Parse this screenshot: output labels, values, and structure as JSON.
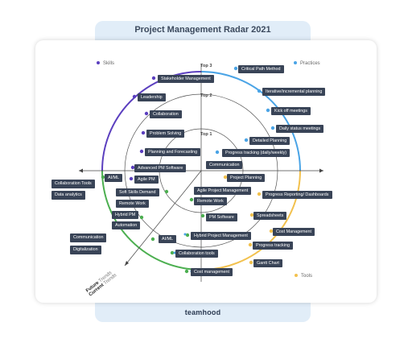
{
  "title": "Project Management Radar 2021",
  "footer": "teamhood",
  "rings": {
    "top1": "Top 1",
    "top2": "Top 2",
    "top3": "Top 3"
  },
  "legend": {
    "skills": "Skills",
    "practices": "Practices",
    "tools": "Tools",
    "colors": {
      "skills": "#5b3fbf",
      "practices": "#4aa4e6",
      "tools": "#f2c14e",
      "trends": "#4caf50"
    }
  },
  "trends": {
    "future": "Future",
    "current": "Current",
    "suffix": "Trends"
  },
  "labels": {
    "critical_path": "Critical Path Method",
    "stakeholder": "Stakeholder Management",
    "iterative": "Iterative/incremental planning",
    "leadership": "Leadership",
    "kickoff": "Kick off meetings",
    "collaboration": "Collaboration",
    "daily_status": "Daily status meetings",
    "problem_solving": "Problem Solving",
    "detailed_planning": "Detailed Planning",
    "planning_forecasting": "Planning and Forecasting",
    "progress_tracking_daily": "Progress tracking (daily/weekly)",
    "advanced_pm": "Advanced PM Software",
    "communication": "Communication",
    "ai_ml_1": "AI/ML",
    "agile_pm": "Agile PM",
    "project_planning": "Project Planning",
    "collab_tools": "Collaboration Tools",
    "data_analytics": "Data analytics",
    "soft_skills": "Soft Skills Demand",
    "agile_pm_mgmt": "Agile Project Management",
    "progress_reporting": "Progress Reporting/ Dashboards",
    "remote_work_1": "Remote Work",
    "remote_work_2": "Remote Work",
    "hybrid_pm": "Hybrid PM",
    "pm_software": "PM Software",
    "spreadsheets": "Spreadsheets",
    "automation": "Automation",
    "comm_2": "Communication",
    "ai_ml_2": "AI/ML",
    "hybrid_project_mgmt": "Hybrid Project Management",
    "cost_mgmt_1": "Cost Management",
    "digitalization": "Digitalization",
    "progress_tracking": "Progress tracking",
    "collab_tools_2": "Collaboration tools",
    "gantt": "Gantt Chart",
    "cost_mgmt_2": "Cost management"
  }
}
